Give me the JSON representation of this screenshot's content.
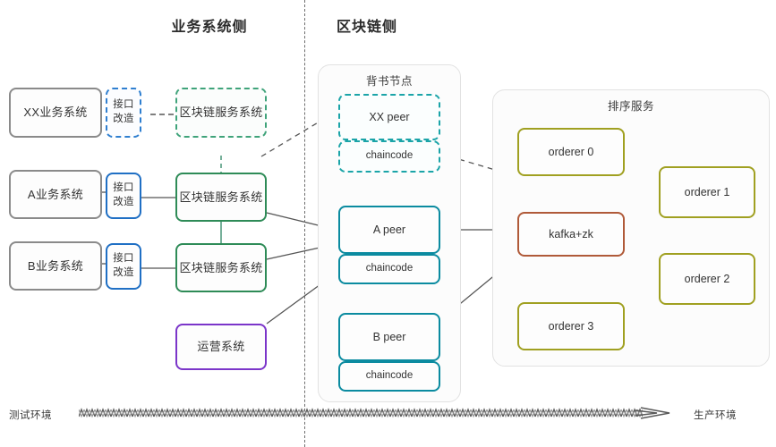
{
  "headers": {
    "business_side": "业务系统侧",
    "blockchain_side": "区块链侧"
  },
  "groups": {
    "endorsing_node": "背书节点",
    "ordering_service": "排序服务"
  },
  "business": {
    "systems": [
      {
        "name": "XX业务系统",
        "style": "solid-gray"
      },
      {
        "name": "A业务系统",
        "style": "solid-gray"
      },
      {
        "name": "B业务系统",
        "style": "solid-gray"
      }
    ],
    "adapters": [
      {
        "name": "接口\n改造",
        "style": "dashed-blue"
      },
      {
        "name": "接口\n改造",
        "style": "solid-blue"
      },
      {
        "name": "接口\n改造",
        "style": "solid-blue"
      }
    ],
    "bc_services": [
      {
        "name": "区块链服务系统",
        "style": "dashed-green"
      },
      {
        "name": "区块链服务系统",
        "style": "solid-green"
      },
      {
        "name": "区块链服务系统",
        "style": "solid-green"
      }
    ],
    "ops_system": {
      "name": "运营系统",
      "style": "solid-purple"
    }
  },
  "blockchain": {
    "peers": [
      {
        "peer": "XX peer",
        "chaincode": "chaincode",
        "style": "dashed-teal"
      },
      {
        "peer": "A peer",
        "chaincode": "chaincode",
        "style": "solid-teal"
      },
      {
        "peer": "B peer",
        "chaincode": "chaincode",
        "style": "solid-teal"
      }
    ]
  },
  "ordering": {
    "kafka": "kafka+zk",
    "orderers": [
      "orderer 0",
      "orderer 1",
      "orderer 2",
      "orderer 3"
    ]
  },
  "axis": {
    "left_label": "测试环境",
    "right_label": "生产环境"
  },
  "colors": {
    "gray": "#8a8a8a",
    "blue": "#1f6fc4",
    "green": "#2e8b57",
    "purple": "#7b35c9",
    "teal": "#0b8ba0",
    "olive": "#a0a021",
    "rust": "#b05a39",
    "divider": "#6d6d6d",
    "group_border": "#e2e2e2"
  }
}
